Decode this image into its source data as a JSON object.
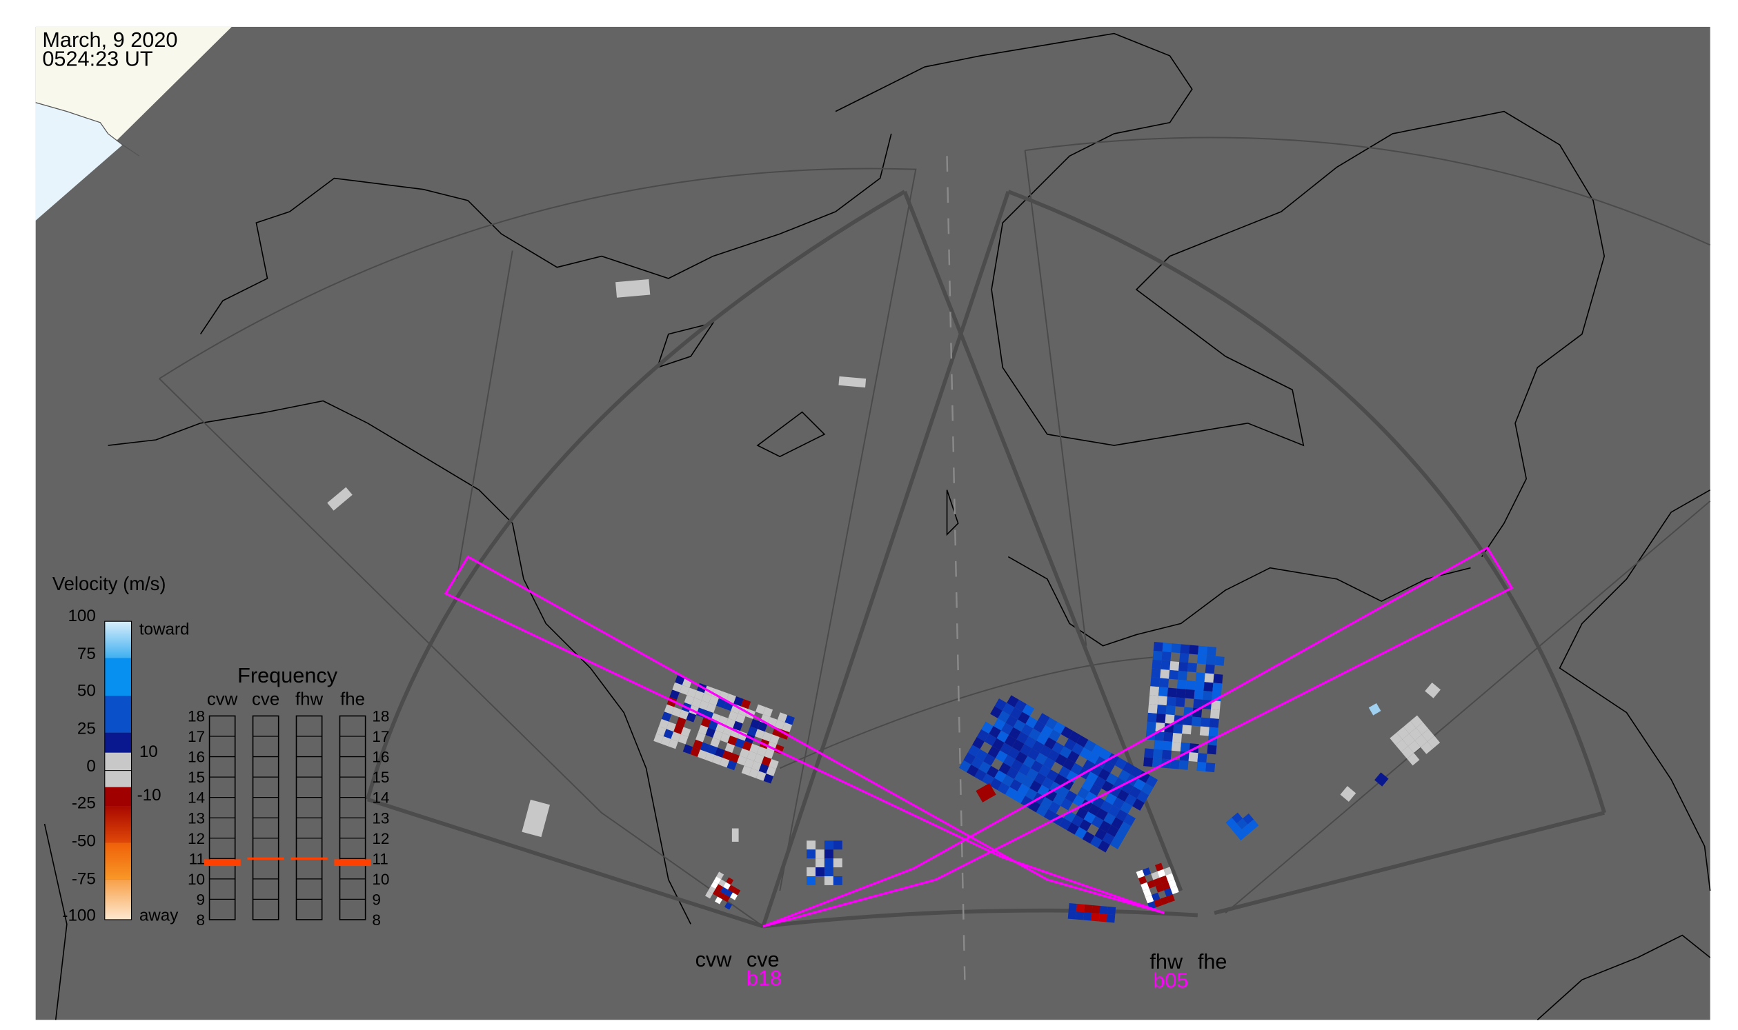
{
  "header": {
    "date": "March, 9 2020",
    "time": "0524:23 UT"
  },
  "legend": {
    "title": "Velocity (m/s)",
    "ticks": [
      "100",
      "75",
      "50",
      "25",
      "0",
      "-25",
      "-50",
      "-75",
      "-100"
    ],
    "toward_label": "toward",
    "away_label": "away",
    "grey_upper": "10",
    "grey_lower": "-10"
  },
  "frequency": {
    "title": "Frequency",
    "unit_ticks": [
      "18",
      "17",
      "16",
      "15",
      "14",
      "13",
      "12",
      "11",
      "10",
      "9",
      "8"
    ],
    "radars": [
      {
        "name": "cvw",
        "value_mhz": 10.8
      },
      {
        "name": "cve",
        "value_mhz": 11.0
      },
      {
        "name": "fhw",
        "value_mhz": 11.0
      },
      {
        "name": "fhe",
        "value_mhz": 10.8
      }
    ]
  },
  "sites": {
    "cvw": "cvw",
    "cve": "cve",
    "fhw": "fhw",
    "fhe": "fhe",
    "beam_cve": "b18",
    "beam_fhw": "b05"
  },
  "colors": {
    "background": "#646464",
    "beam_highlight": "#ff00ff",
    "toward": "#0a50c8",
    "away": "#a00000",
    "ground": "#c8c8c8"
  }
}
